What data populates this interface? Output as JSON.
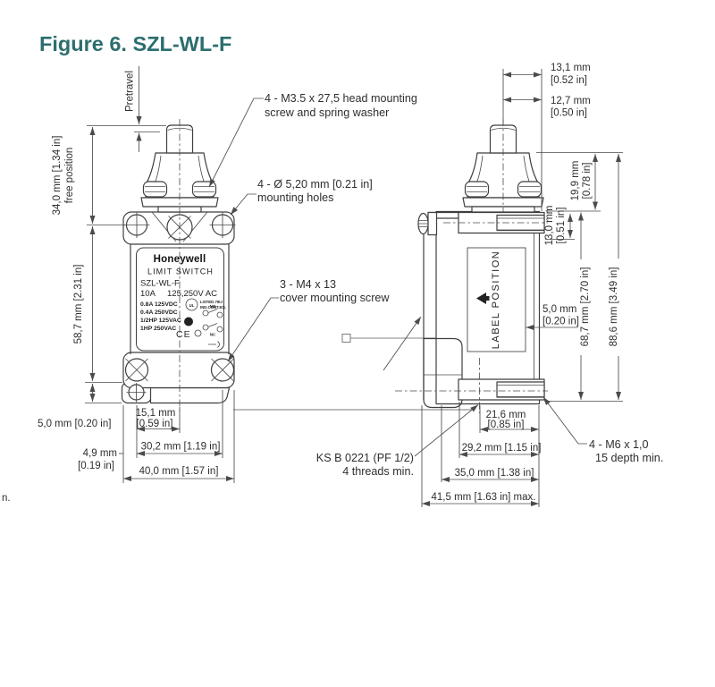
{
  "title": "Figure 6. SZL-WL-F",
  "edge_fragment": "n.",
  "callouts": {
    "head_screw": [
      "4 - M3.5 x 27,5 head mounting",
      "screw and spring washer"
    ],
    "mounting_holes": [
      "4 - Ø 5,20 mm [0.21 in]",
      "mounting holes"
    ],
    "cover_screw": [
      "3 - M4 x 13",
      "cover mounting screw"
    ],
    "conduit": [
      "KS B 0221 (PF 1/2)",
      "4 threads min."
    ],
    "m6": [
      "4 - M6 x 1,0",
      "15 depth min."
    ]
  },
  "front_view": {
    "pretravel": "Pretravel",
    "free_position": [
      "34,0 mm [1.34 in]",
      "free position"
    ],
    "dim_58_7": "58,7 mm [2.31 in]",
    "dim_5_0": "5,0 mm [0.20 in]",
    "dim_4_9": [
      "4,9 mm",
      "[0.19 in]"
    ],
    "dim_15_1": [
      "15,1 mm",
      "[0.59 in]"
    ],
    "dim_30_2": "30,2 mm [1.19 in]",
    "dim_40_0": "40,0 mm [1.57 in]"
  },
  "side_view": {
    "dim_13_1": [
      "13,1 mm",
      "[0.52 in]"
    ],
    "dim_12_7": [
      "12,7 mm",
      "[0.50 in]"
    ],
    "dim_19_9": [
      "19,9 mm",
      "[0.78 in]"
    ],
    "dim_13_0": [
      "13,0 mm",
      "[0.51 in]"
    ],
    "dim_68_7": "68,7 mm [2.70 in]",
    "dim_88_6": "88,6 mm [3.49 in]",
    "dim_5_0": [
      "5,0 mm",
      "[0.20 in]"
    ],
    "dim_21_6": [
      "21,6 mm",
      "[0.85 in]"
    ],
    "dim_29_2": "29,2 mm [1.15 in]",
    "dim_35_0": "35,0 mm [1.38 in]",
    "dim_41_5": "41,5 mm [1.63 in] max.",
    "label_position": "LABEL POSITION"
  },
  "nameplate": {
    "brand": "Honeywell",
    "product": "LIMIT SWITCH",
    "model": "SZL-WL-F",
    "rating_main": [
      "10A",
      "125,250V AC"
    ],
    "ratings": [
      "0.8A 125VDC",
      "0.4A 250VDC",
      "1/2HP 125VAC",
      "1HP 250VAC"
    ],
    "ul_mark": "UL",
    "ul_listed": [
      "LISTED 79IJ",
      "IND.CONT.EQ."
    ],
    "ce_mark": "CE",
    "no_label": "NO",
    "nc_label": "NC"
  },
  "colors": {
    "title": "#2c6e6e",
    "line": "#3f3f3f",
    "text": "#2e2e2e"
  }
}
